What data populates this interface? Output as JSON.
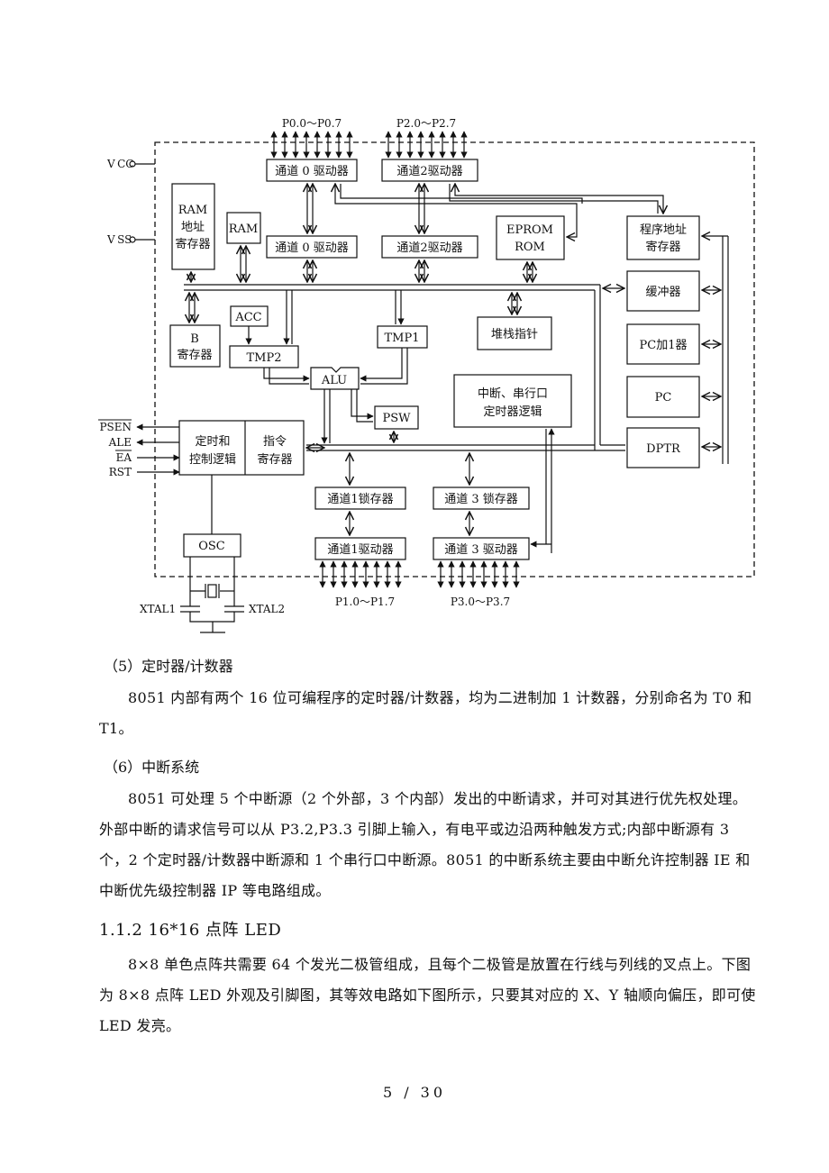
{
  "diagram": {
    "pins": {
      "vcc": "V CC",
      "vss": "V SS",
      "p0": "P0.0～P0.7",
      "p2": "P2.0～P2.7",
      "p1": "P1.0～P1.7",
      "p3": "P3.0～P3.7",
      "psen": "PSEN",
      "ale": "ALE",
      "ea": "EA",
      "rst": "RST",
      "xtal1": "XTAL1",
      "xtal2": "XTAL2"
    },
    "blocks": {
      "p0_driver_top": "通道 0 驱动器",
      "p2_driver_top": "通道2驱动器",
      "p0_driver_mid": "通道 0 驱动器",
      "p2_driver_mid": "通道2驱动器",
      "ram_addr_reg": [
        "RAM",
        "地址",
        "寄存器"
      ],
      "ram": "RAM",
      "eprom_rom": [
        "EPROM",
        "ROM"
      ],
      "pc_addr_reg": [
        "程序地址",
        "寄存器"
      ],
      "buffer": "缓冲器",
      "pc_inc": "PC加1器",
      "pc": "PC",
      "dptr": "DPTR",
      "b_reg": [
        "B",
        "寄存器"
      ],
      "acc": "ACC",
      "tmp2": "TMP2",
      "tmp1": "TMP1",
      "alu": "ALU",
      "psw": "PSW",
      "stack_ptr": "堆栈指针",
      "interrupt_logic": [
        "中断、串行口",
        "定时器逻辑"
      ],
      "timing_control": [
        "定时和",
        "控制逻辑"
      ],
      "instr_reg": [
        "指令",
        "寄存器"
      ],
      "p1_latch": "通道1锁存器",
      "p3_latch": "通道 3 锁存器",
      "p1_driver": "通道1驱动器",
      "p3_driver": "通道 3 驱动器",
      "osc": "OSC"
    }
  },
  "section5": {
    "heading": "（5）定时器/计数器",
    "paragraph": "8051 内部有两个 16 位可编程序的定时器/计数器，均为二进制加 1 计数器，分别命名为 T0 和 T1。"
  },
  "section6": {
    "heading": "（6）中断系统",
    "paragraph": "8051 可处理 5 个中断源（2 个外部，3 个内部）发出的中断请求，并可对其进行优先权处理。外部中断的请求信号可以从 P3.2,P3.3 引脚上输入，有电平或边沿两种触发方式;内部中断源有 3 个，2 个定时器/计数器中断源和 1 个串行口中断源。8051 的中断系统主要由中断允许控制器 IE 和中断优先级控制器 IP 等电路组成。"
  },
  "section112": {
    "heading": "1.1.2  16*16 点阵 LED",
    "paragraph": "8×8 单色点阵共需要 64 个发光二极管组成，且每个二极管是放置在行线与列线的叉点上。下图为 8×8 点阵 LED 外观及引脚图，其等效电路如下图所示，只要其对应的 X、Y 轴顺向偏压，即可使 LED 发亮。"
  },
  "footer": {
    "page_number": "5 / 30"
  }
}
